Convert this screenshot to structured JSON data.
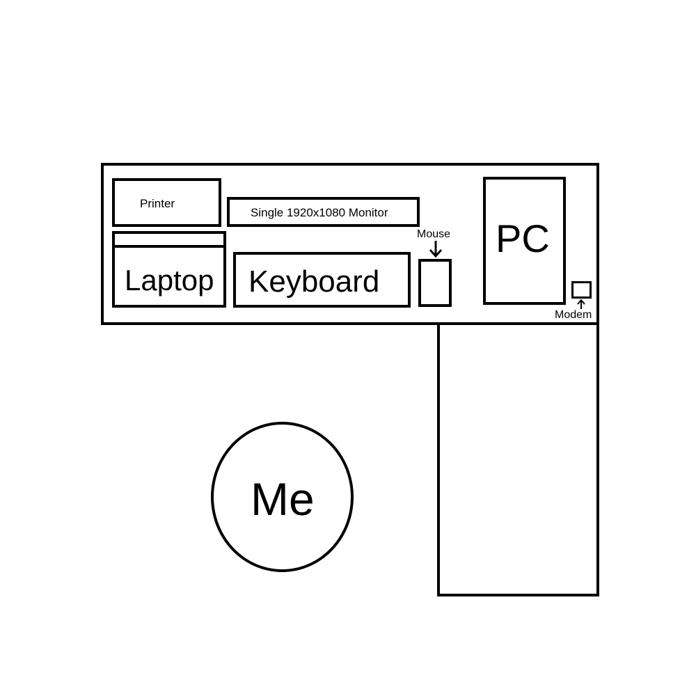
{
  "diagram": {
    "items": {
      "printer": "Printer",
      "monitor": "Single 1920x1080 Monitor",
      "laptop": "Laptop",
      "keyboard": "Keyboard",
      "mouse": "Mouse",
      "pc": "PC",
      "modem": "Modem",
      "me": "Me"
    },
    "colors": {
      "line": "#000000",
      "background": "#ffffff"
    },
    "icons": {
      "mouse_pointer": "arrow-down-icon",
      "modem_pointer": "arrow-up-icon"
    }
  }
}
